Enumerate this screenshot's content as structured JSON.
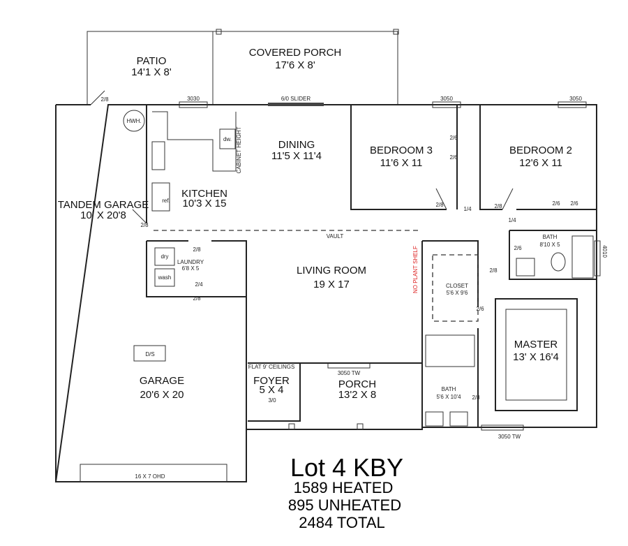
{
  "rooms": {
    "patio": {
      "name": "PATIO",
      "size": "14'1 X 8'"
    },
    "covered_porch": {
      "name": "COVERED PORCH",
      "size": "17'6 X 8'"
    },
    "dining": {
      "name": "DINING",
      "size": "11'5 X 11'4"
    },
    "bedroom3": {
      "name": "BEDROOM 3",
      "size": "11'6 X 11"
    },
    "bedroom2": {
      "name": "BEDROOM 2",
      "size": "12'6 X 11"
    },
    "kitchen": {
      "name": "KITCHEN",
      "size": "10'3 X 15"
    },
    "tandem_garage": {
      "name": "TANDEM GARAGE",
      "size": "10' X 20'8"
    },
    "laundry": {
      "name": "LAUNDRY",
      "size": "6'8 X 5"
    },
    "living": {
      "name": "LIVING ROOM",
      "size": "19 X 17"
    },
    "bath_hall": {
      "name": "BATH",
      "size": "8'10 X 5"
    },
    "closet": {
      "name": "CLOSET",
      "size": "5'6 X 9'6"
    },
    "master": {
      "name": "MASTER",
      "size": "13' X 16'4"
    },
    "garage": {
      "name": "GARAGE",
      "size": "20'6 X 20"
    },
    "foyer": {
      "name": "FOYER",
      "size": "5 X 4"
    },
    "porch": {
      "name": "PORCH",
      "size": "13'2 X 8"
    },
    "bath_master": {
      "name": "BATH",
      "size": "5'6 X 10'4"
    }
  },
  "labels": {
    "window_3030": "3030",
    "slider": "6/0 SLIDER",
    "window_3050_a": "3050",
    "window_3050_b": "3050",
    "hwh": "HWH.",
    "dw": "dw.",
    "cabinet_height": "CABINET HEIGHT",
    "ref": "ref.",
    "dry": "dry",
    "wash": "wash",
    "vault": "VAULT",
    "no_plant_shelf": "NO PLANT SHELF",
    "flat_ceilings": "FLAT 9' CEILINGS",
    "ds": "D/S",
    "ohd": "16 X 7 OHD",
    "window_3050tw_porch": "3050 TW",
    "window_3050tw_master": "3050 TW",
    "window_4010": "4010",
    "doors": [
      "2/8",
      "2/8",
      "2/8",
      "2/4",
      "2/8",
      "2/6",
      "2/6",
      "2/8",
      "1/4",
      "2/8",
      "2/6",
      "2/6",
      "1/4",
      "2/6",
      "2/8",
      "2/6",
      "3/0",
      "2/8"
    ]
  },
  "summary": {
    "title": "Lot 4 KBY",
    "heated": "1589 HEATED",
    "unheated": "895 UNHEATED",
    "total": "2484 TOTAL"
  }
}
